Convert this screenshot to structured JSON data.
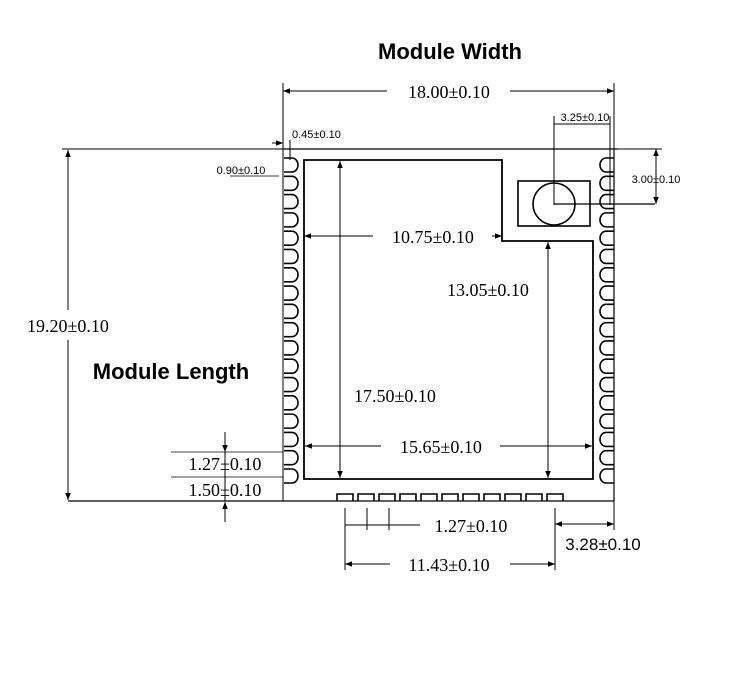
{
  "titles": {
    "width": "Module Width",
    "length": "Module Length"
  },
  "dimensions": {
    "module_width": "18.00±0.10",
    "module_length": "19.20±0.10",
    "edge_offset": "0.45±0.10",
    "pad_width": "0.90±0.10",
    "connector_width": "3.25±0.10",
    "connector_height": "3.00±0.10",
    "shield_top_width": "10.75±0.10",
    "shield_right_height": "13.05±0.10",
    "shield_height": "17.50±0.10",
    "shield_width": "15.65±0.10",
    "side_pitch": "1.27±0.10",
    "bottom_margin": "1.50±0.10",
    "bottom_pitch": "1.27±0.10",
    "bottom_pad_span": "11.43±0.10",
    "bottom_right_offset": "3.28±0.10"
  }
}
